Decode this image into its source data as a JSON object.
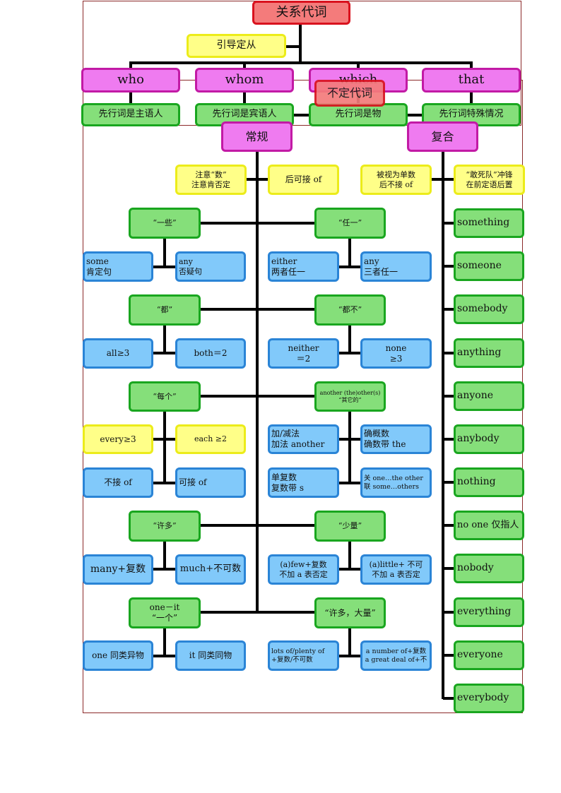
{
  "relative": {
    "title": "关系代词",
    "intro": "引导定从",
    "pronouns": [
      "who",
      "whom",
      "which",
      "that"
    ],
    "roles": [
      "先行词是主语人",
      "先行词是宾语人",
      "先行词是物",
      "先行词特殊情况"
    ]
  },
  "indefinite": {
    "title": "不定代词",
    "regular": "常规",
    "compound": "复合",
    "notes": [
      "注意“数”\n注意肯否定",
      "后可接 of",
      "被视为单数\n后不接 of",
      "“敢死队”冲锋\n在前定语后置"
    ],
    "groups": [
      {
        "head": "“一些”",
        "items": [
          "some\n肯定句",
          "any\n否疑句"
        ]
      },
      {
        "head": "“任一”",
        "items": [
          "either\n两者任一",
          "any\n三者任一"
        ]
      },
      {
        "head": "“都”",
        "items": [
          "all≥3",
          "both＝2"
        ]
      },
      {
        "head": "“都不”",
        "items": [
          "neither\n＝2",
          "none\n≥3"
        ]
      },
      {
        "head": "“每个”",
        "items": [
          "every≥3",
          "each ≥2",
          "不接 of",
          "可接 of"
        ]
      },
      {
        "head": "another (the)other(s)\n“其它的”",
        "items": [
          "加/减法\n加法 another",
          "确概数\n确数带 the",
          "单复数\n复数带 s",
          "关 one…the other\n联 some…others"
        ]
      },
      {
        "head": "“许多”",
        "items": [
          "many+复数",
          "much+不可数"
        ]
      },
      {
        "head": "“少量”",
        "items": [
          "(a)few+复数\n不加 a 表否定",
          "(a)little+ 不可\n不加 a 表否定"
        ]
      },
      {
        "head": "one－it\n“一个”",
        "items": [
          "one 同类异物",
          "it 同类同物"
        ]
      },
      {
        "head": "“许多，大量”",
        "items": [
          "lots of/plenty of\n+复数/不可数",
          "a number of+复数\na great deal of+不"
        ]
      }
    ],
    "compound_words": [
      "something",
      "someone",
      "somebody",
      "anything",
      "anyone",
      "anybody",
      "nothing",
      "no one 仅指人",
      "nobody",
      "everything",
      "everyone",
      "everybody"
    ]
  }
}
